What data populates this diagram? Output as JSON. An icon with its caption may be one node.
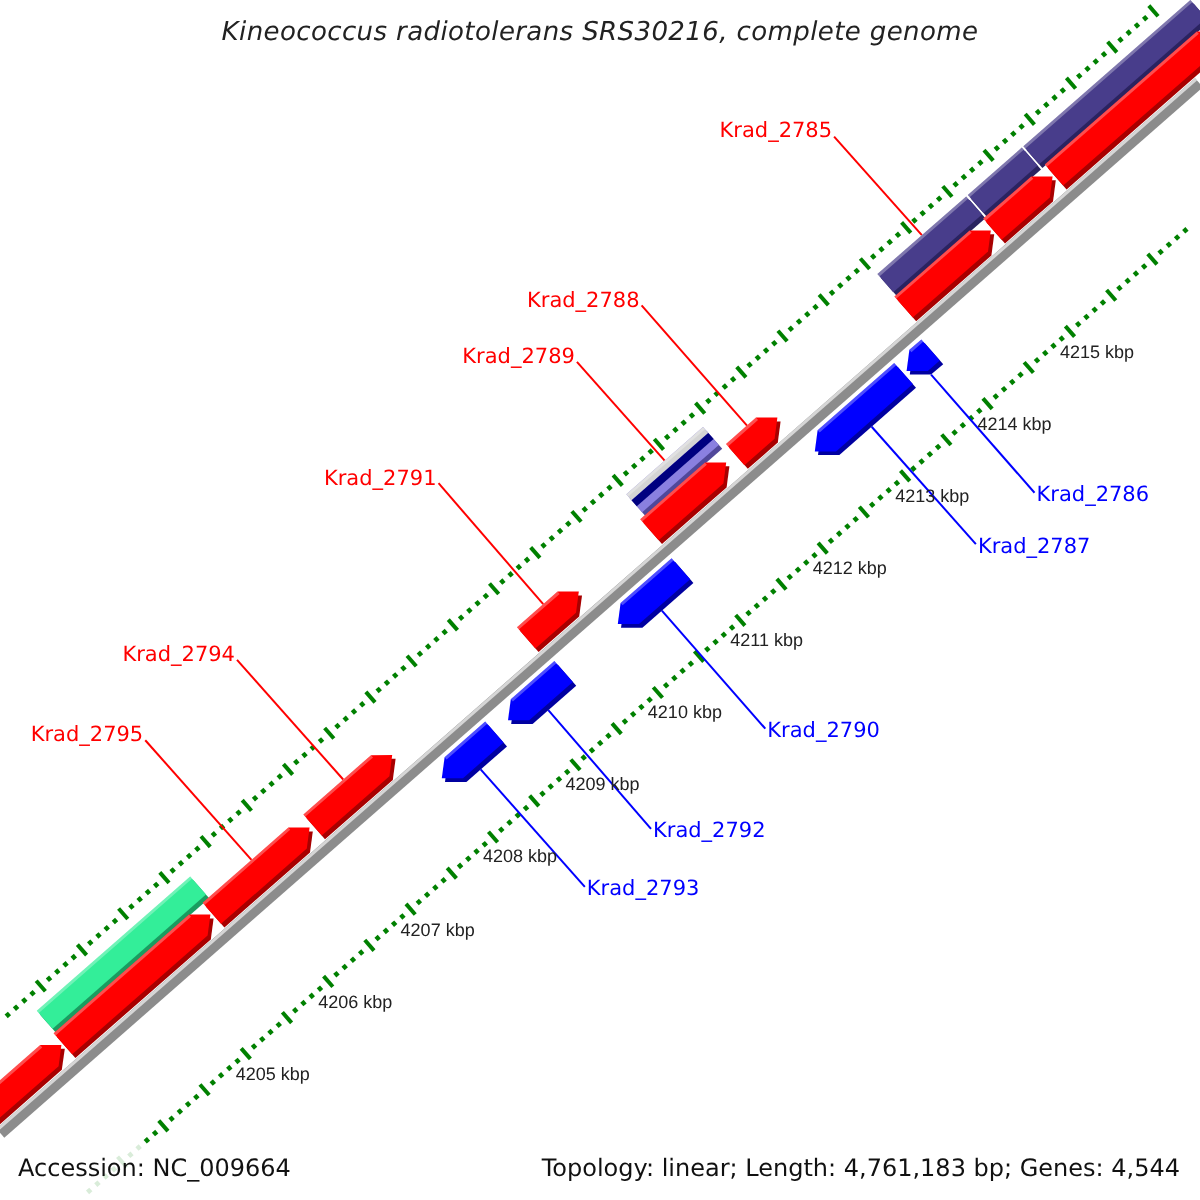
{
  "diagram": {
    "title": "Kineococcus radiotolerans SRS30216, complete genome",
    "nodes": [
      {
        "text": [
          "Krad_2785"
        ]
      },
      {
        "text": [
          "Krad_2788"
        ]
      },
      {
        "text": [
          "Krad_2789"
        ]
      },
      {
        "text": [
          "Krad_2791"
        ]
      },
      {
        "text": [
          "Krad_2794"
        ]
      },
      {
        "text": [
          "Krad_2795"
        ]
      },
      {
        "text": [
          "Krad_2786"
        ]
      },
      {
        "text": [
          "Krad_2787"
        ]
      },
      {
        "text": [
          "Krad_2790"
        ]
      },
      {
        "text": [
          "Krad_2792"
        ]
      },
      {
        "text": [
          "Krad_2793"
        ]
      },
      {
        "text": [],
        "shape": "pentagon"
      },
      {
        "text": [],
        "shape": "bar"
      },
      {
        "text": [],
        "shape": "pentagon"
      },
      {
        "text": [],
        "shape": "pentagon"
      },
      {
        "text": [],
        "shape": "pentagon"
      },
      {
        "text": [],
        "shape": "pentagon"
      },
      {
        "text": [],
        "shape": "pentagon"
      },
      {
        "text": [],
        "shape": "pentagon"
      },
      {
        "text": [],
        "shape": "pentagon"
      },
      {
        "text": [],
        "shape": "bar"
      },
      {
        "text": [],
        "shape": "pentagon"
      },
      {
        "text": [],
        "shape": "pentagon"
      },
      {
        "text": [],
        "shape": "pentagon"
      },
      {
        "text": [],
        "shape": "pentagon"
      },
      {
        "text": [],
        "shape": "bar"
      },
      {
        "text": [],
        "shape": "pentagon"
      },
      {
        "text": [],
        "shape": "bar"
      },
      {
        "text": [],
        "shape": "pentagon"
      },
      {
        "text": [],
        "shape": "bar"
      },
      {
        "text": [],
        "shape": "pentagon"
      }
    ],
    "edges": [
      {
        "from": 0,
        "to": 25,
        "arrow": "none"
      },
      {
        "from": 1,
        "to": 22,
        "arrow": "none"
      },
      {
        "from": 2,
        "to": 20,
        "arrow": "none"
      },
      {
        "from": 3,
        "to": 18,
        "arrow": "none"
      },
      {
        "from": 4,
        "to": 15,
        "arrow": "none"
      },
      {
        "from": 5,
        "to": 14,
        "arrow": "none"
      },
      {
        "from": 6,
        "to": 24,
        "arrow": "none",
        "color": "#0000ff"
      },
      {
        "from": 7,
        "to": 23,
        "arrow": "none",
        "color": "#0000ff"
      },
      {
        "from": 8,
        "to": 19,
        "arrow": "none",
        "color": "#0000ff"
      },
      {
        "from": 9,
        "to": 17,
        "arrow": "none",
        "color": "#0000ff"
      },
      {
        "from": 10,
        "to": 16,
        "arrow": "none",
        "color": "#0000ff"
      }
    ],
    "labels": [
      "4205 kbp",
      "4206 kbp",
      "4207 kbp",
      "4208 kbp",
      "4209 kbp",
      "4210 kbp",
      "4211 kbp",
      "4212 kbp",
      "4213 kbp",
      "4214 kbp",
      "4215 kbp",
      "Accession: NC_009664",
      "Topology: linear; Length: 4,761,183 bp; Genes: 4,544"
    ]
  }
}
